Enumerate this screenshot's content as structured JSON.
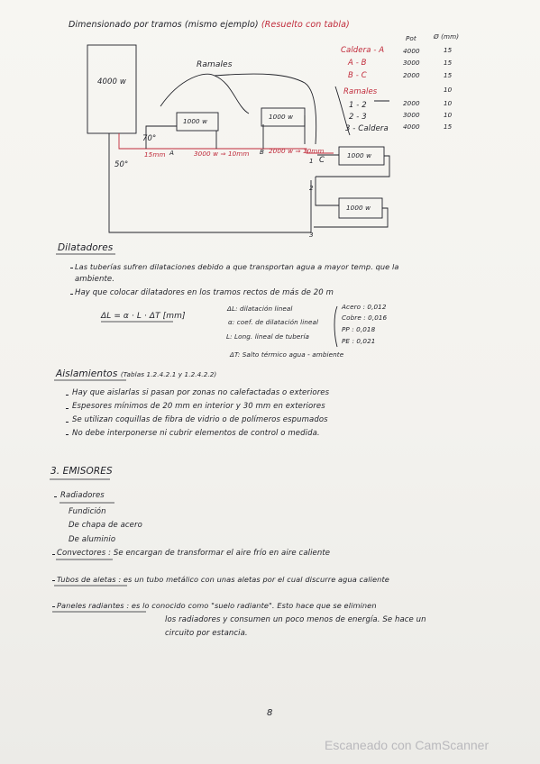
{
  "header": {
    "title": "Dimensionado por tramos (mismo ejemplo)",
    "note": "(Resuelto con tabla)"
  },
  "diagram": {
    "boiler_label": "4000 w",
    "ramales_label": "Ramales",
    "radiators": [
      "1000 w",
      "1000 w",
      "1000 w",
      "1000 w"
    ],
    "temp_supply": "70°",
    "temp_return": "50°",
    "seg1": "15mm",
    "seg2": "3000 w ⇒ 10mm",
    "seg3": "2000 w ⇒ 10mm",
    "node_A": "A",
    "node_B": "B",
    "node_C": "C",
    "node_1": "1",
    "node_2": "2",
    "node_3": "3"
  },
  "table": {
    "col_pot": "Pot",
    "col_diam": "Ø (mm)",
    "rows": [
      {
        "tramo": "Caldera - A",
        "pot": "4000",
        "d": "15"
      },
      {
        "tramo": "A - B",
        "pot": "3000",
        "d": "15"
      },
      {
        "tramo": "B - C",
        "pot": "2000",
        "d": "15"
      },
      {
        "tramo": "Ramales",
        "pot": "",
        "d": "10"
      },
      {
        "tramo": "1 - 2",
        "pot": "2000",
        "d": "10"
      },
      {
        "tramo": "2 - 3",
        "pot": "3000",
        "d": "10"
      },
      {
        "tramo": "3 - Caldera",
        "pot": "4000",
        "d": "15"
      }
    ]
  },
  "dilatadores": {
    "title": "Dilatadores",
    "b1a": "Las tuberías sufren dilataciones debido a que transportan agua a mayor temp. que la",
    "b1b": "ambiente.",
    "b2": "Hay que colocar dilatadores en los tramos rectos de más de 20 m",
    "formula": "ΔL = α · L · ΔT  [mm]",
    "def1": "ΔL: dilatación lineal",
    "def2": "α: coef. de dilatación lineal",
    "def3": "L: Long. lineal de tubería",
    "def4": "ΔT: Salto térmico agua - ambiente",
    "m1": "Acero : 0,012",
    "m2": "Cobre : 0,016",
    "m3": "PP : 0,018",
    "m4": "PE : 0,021"
  },
  "aislamientos": {
    "title": "Aislamientos",
    "ref": "(Tablas 1.2.4.2.1 y 1.2.4.2.2)",
    "b1": "Hay que aislarlas si pasan por zonas no calefactadas o exteriores",
    "b2": "Espesores mínimos de 20 mm en interior y 30 mm en exteriores",
    "b3": "Se utilizan coquillas de fibra de vidrio o de polímeros espumados",
    "b4": "No debe interponerse ni cubrir elementos de control o medida."
  },
  "emisores": {
    "title": "3. EMISORES",
    "radiadores_title": "Radiadores",
    "r1": "Fundición",
    "r2": "De chapa de acero",
    "r3": "De aluminio",
    "convectores_term": "Convectores",
    "convectores_text": ": Se encargan de transformar el aire frío en aire caliente",
    "tubos_term": "Tubos de aletas",
    "tubos_text": ": es un tubo metálico con unas aletas por el cual discurre agua caliente",
    "paneles_term": "Paneles radiantes",
    "paneles_text1": ": es lo conocido como \"suelo radiante\". Esto hace que se eliminen",
    "paneles_text2": "los radiadores y consumen un poco menos de energía. Se hace un",
    "paneles_text3": "circuito por estancia."
  },
  "footer": {
    "page": "8",
    "watermark": "Escaneado con CamScanner"
  }
}
